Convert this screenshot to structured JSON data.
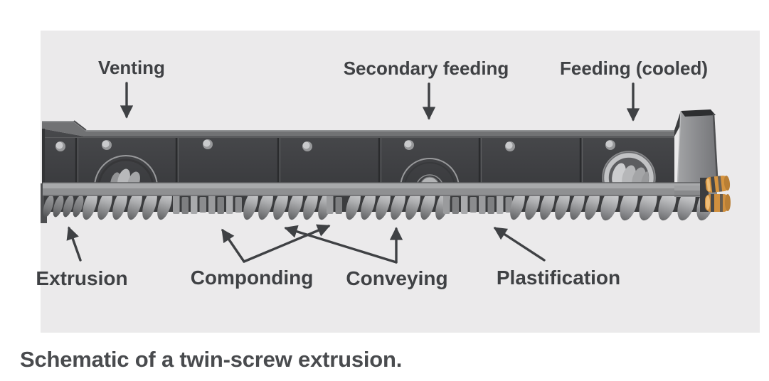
{
  "page": {
    "background": "#ffffff"
  },
  "figure": {
    "panel_background": "#ebeaeb",
    "caption": "Schematic of a twin-screw extrusion.",
    "caption_color": "#494b4e",
    "label_color": "#3f4144",
    "arrow_color": "#3f4144",
    "top_labels": {
      "venting": "Venting",
      "secondary_feeding": "Secondary feeding",
      "feeding_cooled": "Feeding (cooled)"
    },
    "bottom_labels": {
      "extrusion": "Extrusion",
      "componding": "Componding",
      "conveying": "Conveying",
      "plastification": "Plastification"
    },
    "machine_colors": {
      "barrel_body": "#414245",
      "barrel_bevel": "#717274",
      "screw_highlight": "#d2d3d5",
      "screw_mid": "#a7a8aa",
      "housing_strip": "#a8a9ab",
      "coupling_orange": "#d6943f"
    }
  }
}
